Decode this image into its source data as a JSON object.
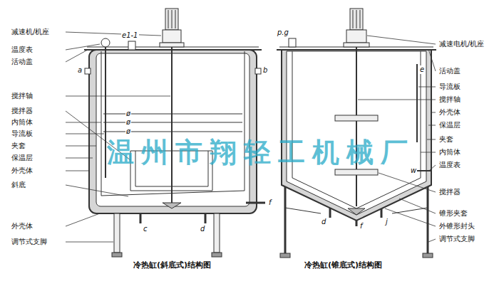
{
  "diagram": {
    "labels": [
      "减速机/机座",
      "温度表",
      "活动盖",
      "搅拌轴",
      "搅拌器",
      "内筒体",
      "导流板",
      "夹套",
      "保温层",
      "外壳体",
      "斜底",
      "外壳体",
      "调节式支脚",
      "a",
      "b",
      "e1-1",
      "ø",
      "ø",
      "ø",
      "c",
      "d",
      "f",
      "p.g",
      "减速电机/机座",
      "活动盖",
      "e",
      "导流板",
      "搅拌轴",
      "外壳体",
      "保温层",
      "夹套",
      "内筒体",
      "温度表",
      "w",
      "搅拌器",
      "锥形夹套",
      "外锥形封头",
      "调节式支脚",
      "d",
      "f",
      "j",
      "冷热缸(斜底式)结构图",
      "冷热缸(锥底式)结构图",
      "温州市翔轻工机械厂"
    ]
  }
}
